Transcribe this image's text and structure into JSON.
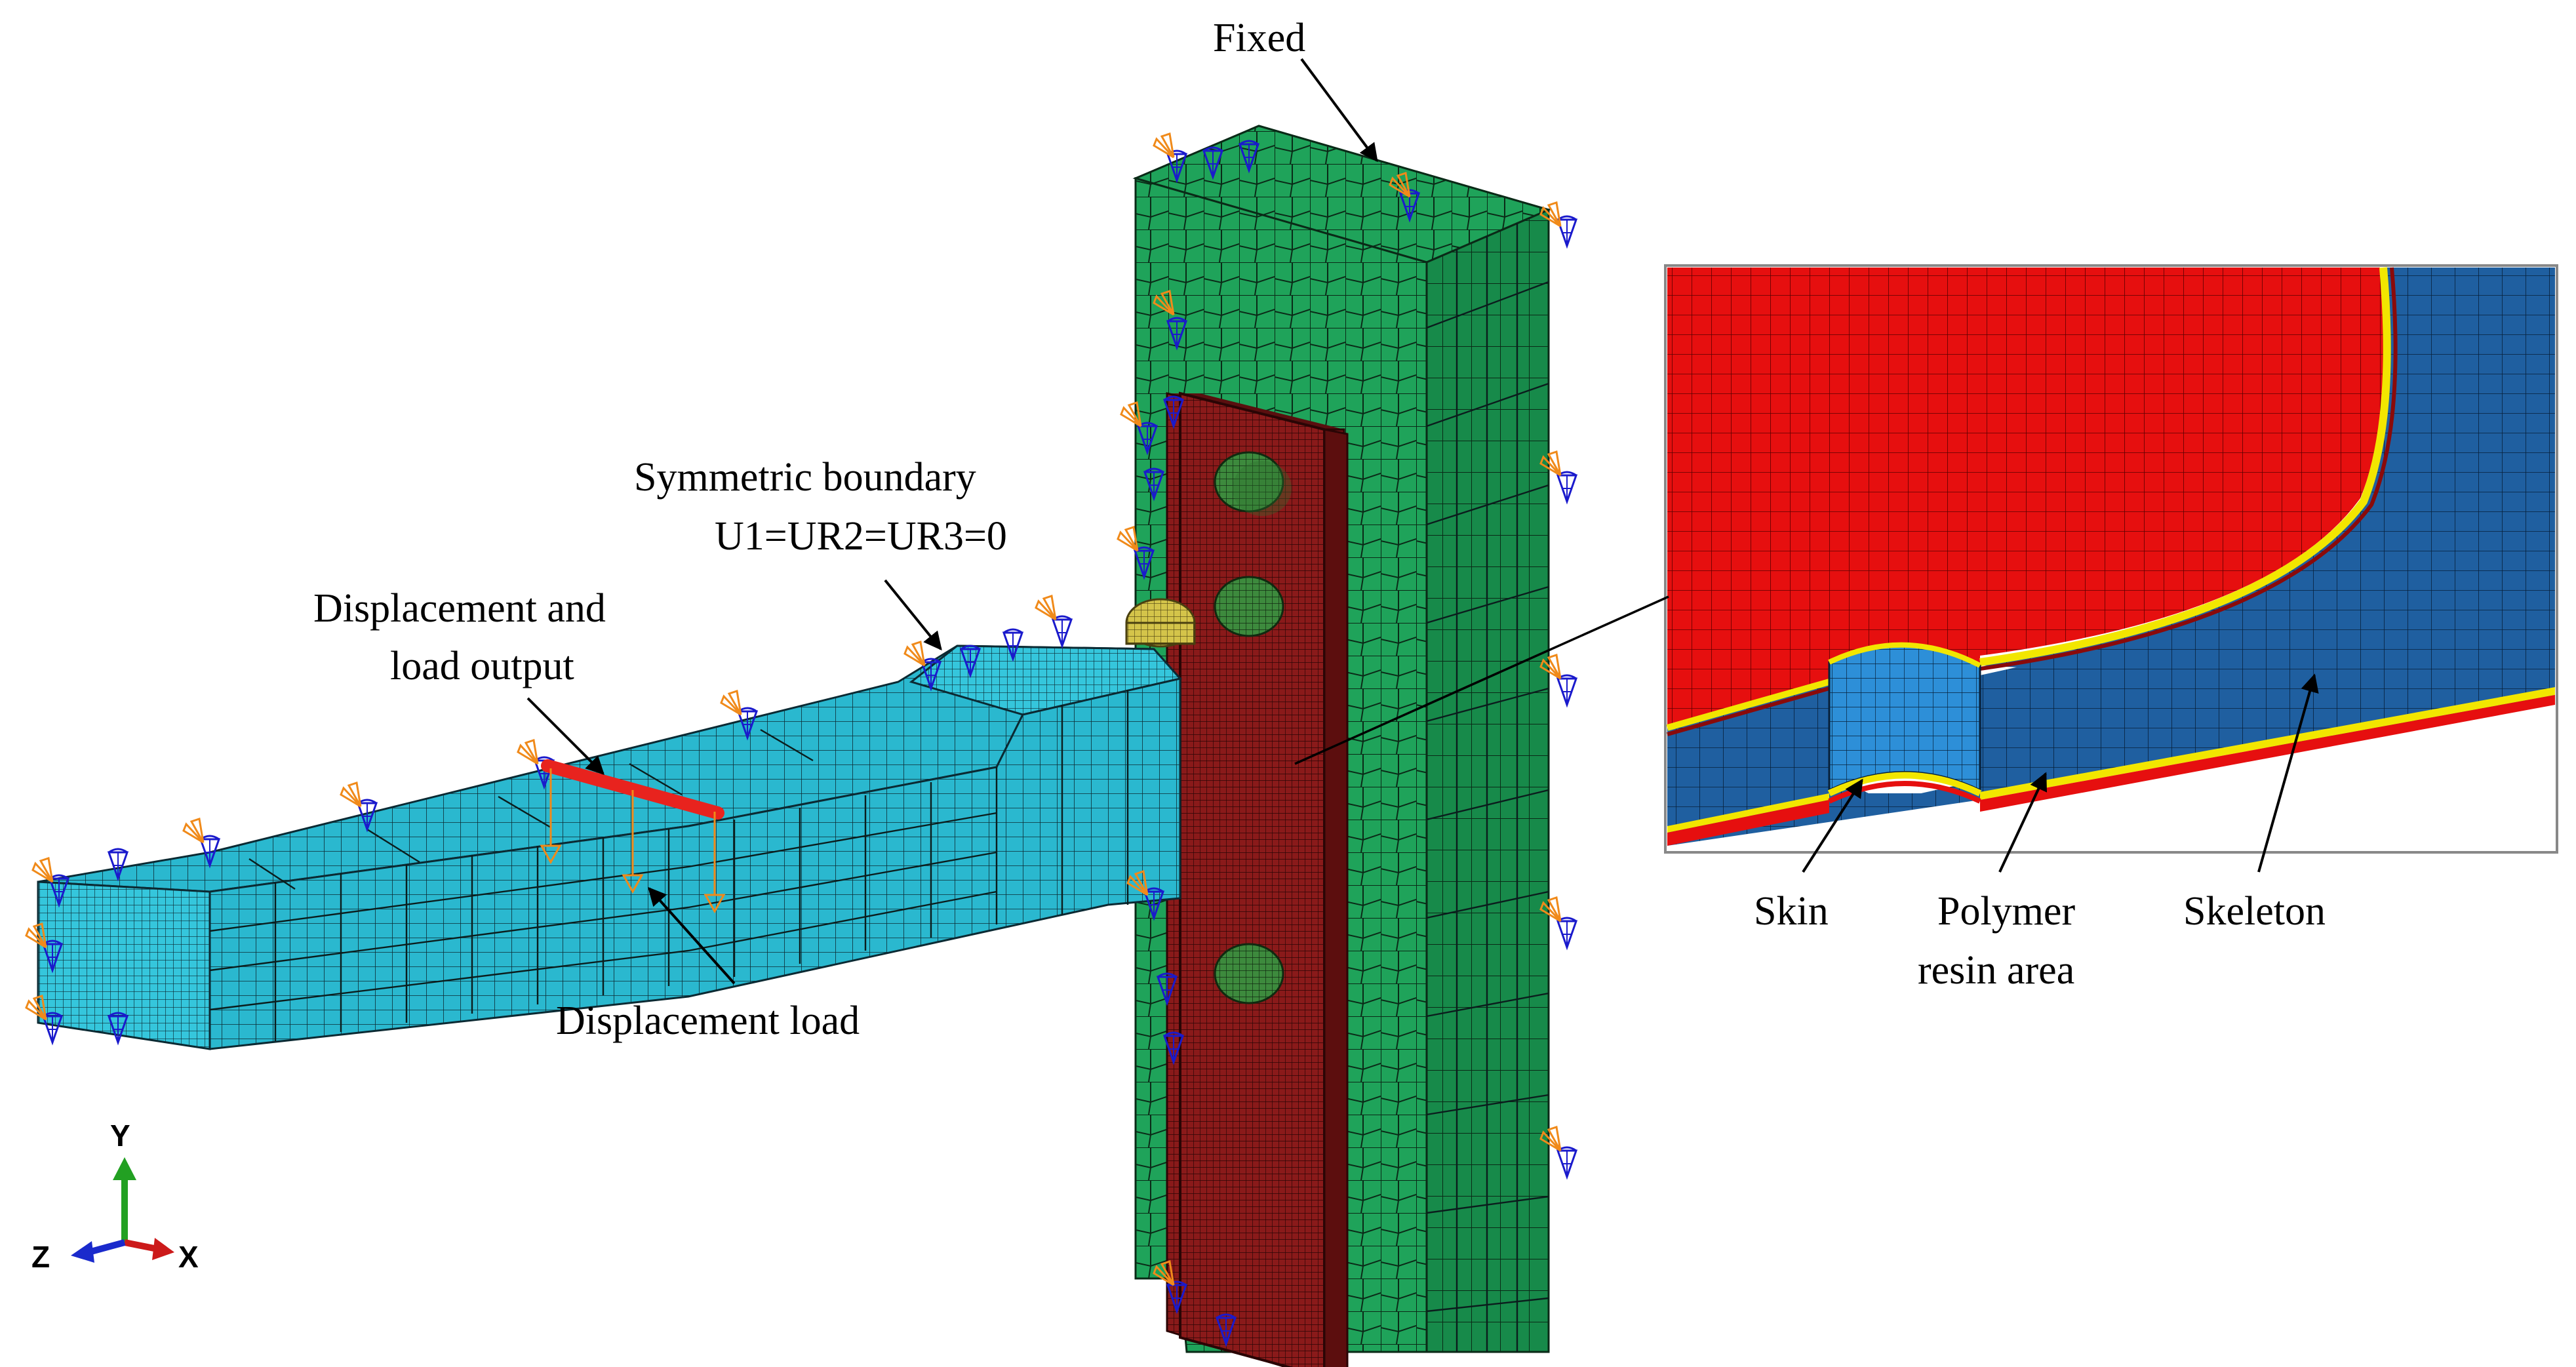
{
  "annotations": {
    "fixed": "Fixed",
    "symmetric_line1": "Symmetric boundary",
    "symmetric_line2": "U1=UR2=UR3=0",
    "output_line1": "Displacement and",
    "output_line2": "load output",
    "displacement_load": "Displacement load",
    "skin": "Skin",
    "polymer_line1": "Polymer",
    "polymer_line2": "resin area",
    "skeleton": "Skeleton"
  },
  "triad": {
    "y": "Y",
    "x": "X",
    "z": "Z"
  },
  "colors": {
    "column": "#1fa35a",
    "beam": "#2ab8cf",
    "plate": "#8a1a1a",
    "bolt": "#3d8a3d",
    "skeleton": "#1f5fa0",
    "resin": "#e60f0f",
    "skin": "#f2e600",
    "bc_orange": "#f08a1a",
    "bc_blue": "#1a1acc",
    "output_bar": "#e8231e"
  }
}
